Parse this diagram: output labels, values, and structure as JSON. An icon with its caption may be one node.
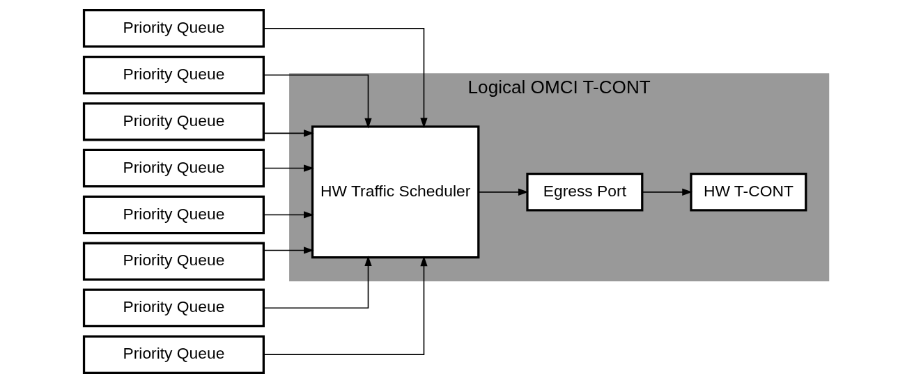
{
  "diagram": {
    "nodes": [
      {
        "text": [
          "Logical OMCI T-CONT"
        ]
      },
      {
        "text": [
          "Priority Queue"
        ]
      },
      {
        "text": [
          "Priority Queue"
        ]
      },
      {
        "text": [
          "Priority Queue"
        ]
      },
      {
        "text": [
          "Priority Queue"
        ]
      },
      {
        "text": [
          "Priority Queue"
        ]
      },
      {
        "text": [
          "Priority Queue"
        ]
      },
      {
        "text": [
          "Priority Queue"
        ]
      },
      {
        "text": [
          "Priority Queue"
        ]
      },
      {
        "text": [
          "HW Traffic Scheduler"
        ],
        "in": 0
      },
      {
        "text": [
          "Egress Port"
        ],
        "in": 0
      },
      {
        "text": [
          "HW T-CONT"
        ],
        "in": 0
      }
    ],
    "edges": [
      {
        "from": 1,
        "to": 9,
        "arrow": "to"
      },
      {
        "from": 2,
        "to": 9,
        "arrow": "to"
      },
      {
        "from": 3,
        "to": 9,
        "arrow": "to"
      },
      {
        "from": 4,
        "to": 9,
        "arrow": "to"
      },
      {
        "from": 5,
        "to": 9,
        "arrow": "to"
      },
      {
        "from": 6,
        "to": 9,
        "arrow": "to"
      },
      {
        "from": 7,
        "to": 9,
        "arrow": "to"
      },
      {
        "from": 8,
        "to": 9,
        "arrow": "to"
      },
      {
        "from": 9,
        "to": 10,
        "arrow": "to"
      },
      {
        "from": 10,
        "to": 11,
        "arrow": "to"
      }
    ]
  }
}
